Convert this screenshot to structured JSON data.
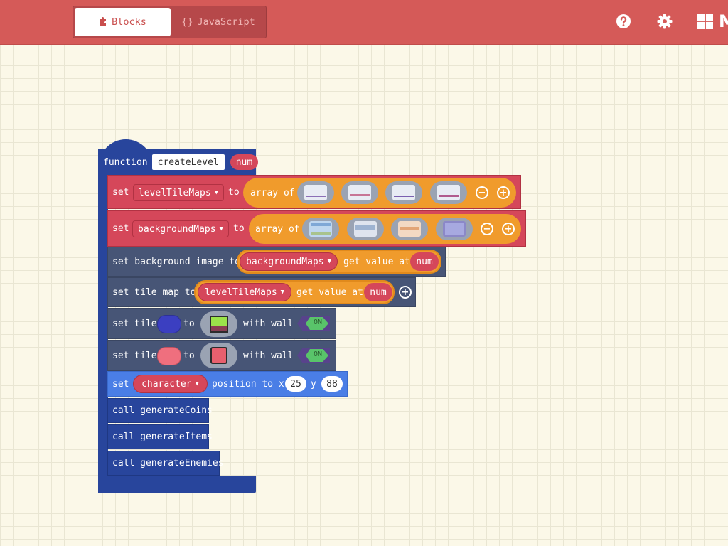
{
  "editor": {
    "tabs": {
      "blocks": "Blocks",
      "javascript": "JavaScript"
    },
    "toolbar_partial_text": "M",
    "colors": {
      "topbar": "#d55a58",
      "function_block": "#28459c",
      "variable_block": "#d5475a",
      "scene_block": "#475576",
      "sprite_block": "#4a7ee6",
      "array_block": "#f09b2c"
    }
  },
  "function_block": {
    "keyword": "function",
    "name": "createLevel",
    "param": "num"
  },
  "statements": {
    "set_tilemaps": {
      "set": "set",
      "variable": "levelTileMaps",
      "to": "to",
      "array_of": "array of",
      "item_count": 4
    },
    "set_backgrounds": {
      "set": "set",
      "variable": "backgroundMaps",
      "to": "to",
      "array_of": "array of",
      "item_count": 4
    },
    "set_background_image": {
      "label": "set background image to",
      "array_var": "backgroundMaps",
      "get_value_at": "get value at",
      "index": "num"
    },
    "set_tile_map": {
      "label": "set tile map to",
      "array_var": "levelTileMaps",
      "get_value_at": "get value at",
      "index": "num"
    },
    "set_tile_1": {
      "set_tile": "set tile",
      "to": "to",
      "with_wall": "with wall",
      "toggle": "ON",
      "color": "#3b3fc1"
    },
    "set_tile_2": {
      "set_tile": "set tile",
      "to": "to",
      "with_wall": "with wall",
      "toggle": "ON",
      "color": "#ef6f7e"
    },
    "set_position": {
      "set": "set",
      "sprite": "character",
      "position_to_x": "position to x",
      "x": "25",
      "y_label": "y",
      "y": "88"
    },
    "calls": [
      "call generateCoins",
      "call generateItems",
      "call generateEnemies"
    ]
  }
}
